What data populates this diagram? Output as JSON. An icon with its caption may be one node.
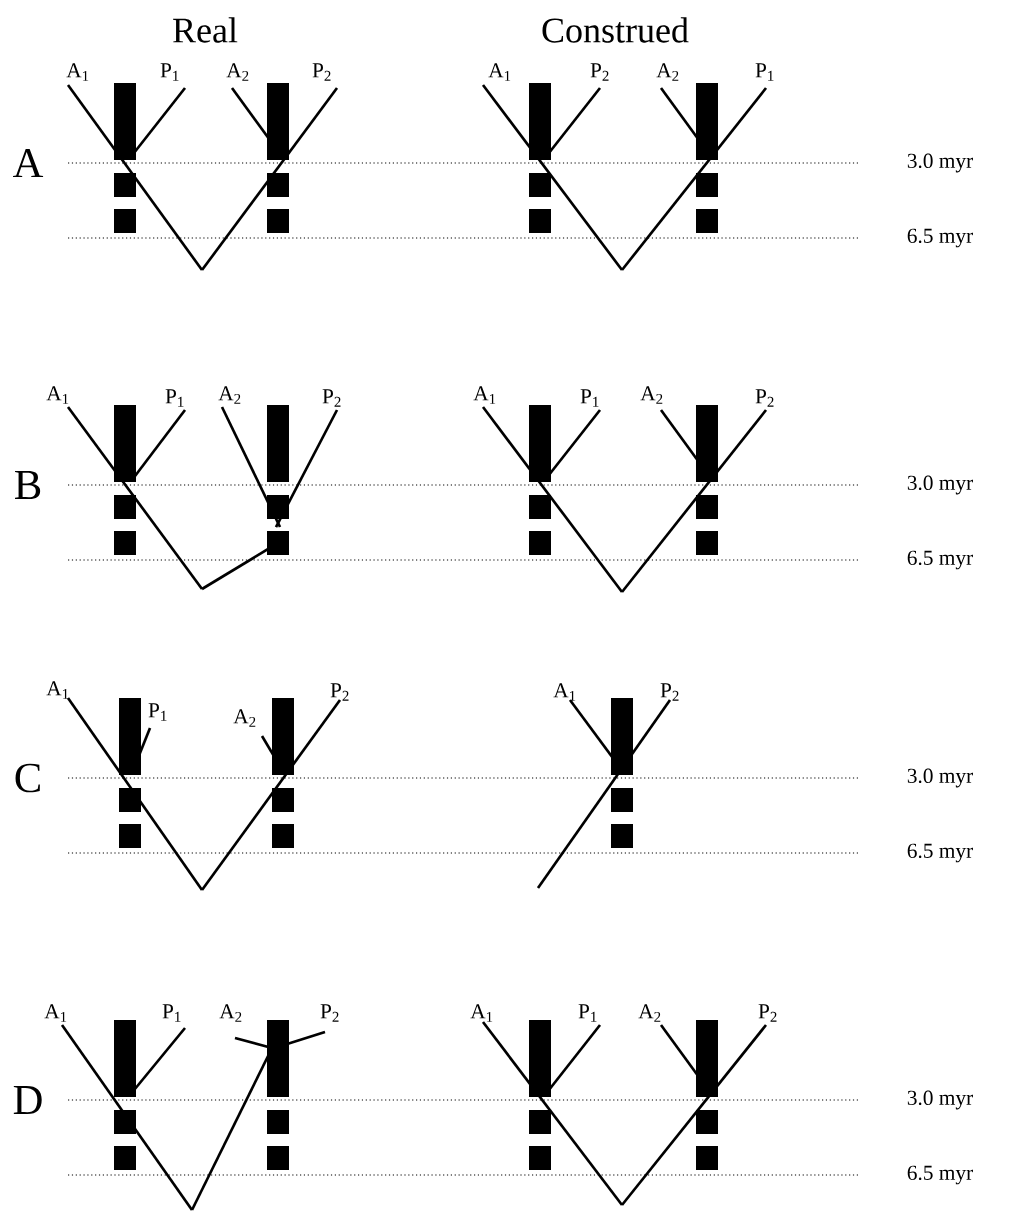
{
  "diagram": {
    "labels": [
      "Real",
      "Construed",
      "A",
      "A$_{1}$",
      "P$_{1}$",
      "A$_{2}$",
      "P$_{2}$",
      "A$_{1}$",
      "P$_{2}$",
      "A$_{2}$",
      "P$_{1}$",
      "3.0 myr",
      "6.5 myr",
      "B",
      "A$_{1}$",
      "P$_{1}$",
      "A$_{2}$",
      "P$_{2}$",
      "A$_{1}$",
      "P$_{1}$",
      "A$_{2}$",
      "P$_{2}$",
      "3.0 myr",
      "6.5 myr",
      "C",
      "A$_{1}$",
      "P$_{1}$",
      "A$_{2}$",
      "P$_{2}$",
      "A$_{1}$",
      "P$_{2}$",
      "3.0 myr",
      "6.5 myr",
      "D",
      "A$_{1}$",
      "P$_{1}$",
      "A$_{2}$",
      "P$_{2}$",
      "A$_{1}$",
      "P$_{1}$",
      "A$_{2}$",
      "P$_{2}$",
      "3.0 myr",
      "6.5 myr"
    ]
  }
}
